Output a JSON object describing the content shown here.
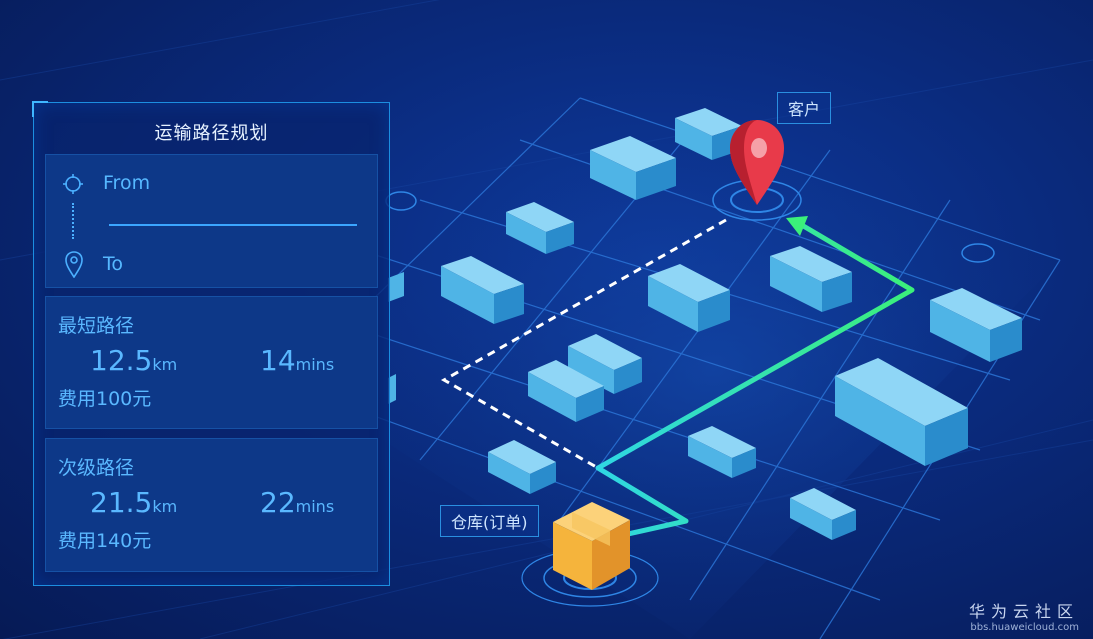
{
  "panel": {
    "title": "运输路径规划",
    "route": {
      "from_label": "From",
      "to_label": "To",
      "input_value": ""
    },
    "shortest": {
      "title": "最短路径",
      "distance_value": "12.5",
      "distance_unit": "km",
      "time_value": "14",
      "time_unit": "mins",
      "cost": "费用100元"
    },
    "secondary": {
      "title": "次级路径",
      "distance_value": "21.5",
      "distance_unit": "km",
      "time_value": "22",
      "time_unit": "mins",
      "cost": "费用140元"
    }
  },
  "map": {
    "customer_label": "客户",
    "warehouse_label": "仓库(订单)",
    "icons": [
      "location-pin-icon",
      "package-box-icon"
    ]
  },
  "watermark": {
    "title": "华为云社区",
    "url": "bbs.huaweicloud.com"
  },
  "colors": {
    "accent": "#3ba6ff",
    "text_blue": "#5ab8ff",
    "route_green": "#2ee08a",
    "route_dashed": "#ffffff",
    "pin_red": "#e83a4a",
    "box_orange": "#f5b43c",
    "building": "#4fb4e6"
  }
}
